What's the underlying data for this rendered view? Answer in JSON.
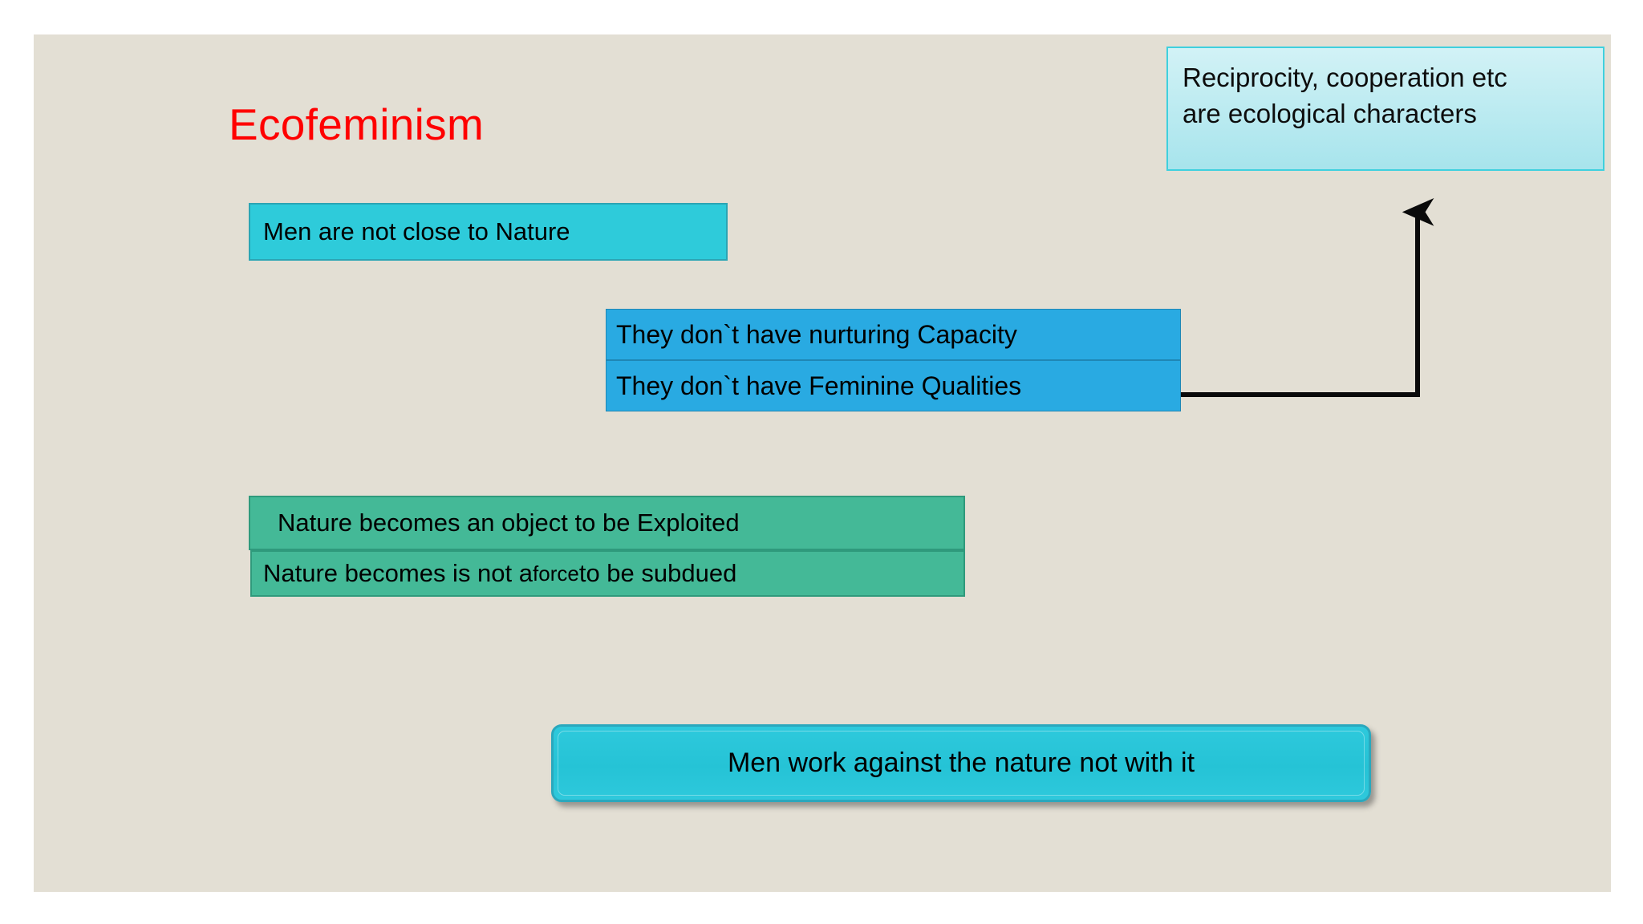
{
  "slide": {
    "background_color": "#e3dfd4",
    "title": "Ecofeminism",
    "title_color": "#ff0000"
  },
  "boxes": {
    "men_nature": {
      "text": "Men are not close to Nature",
      "fill_color": "#2ecbda",
      "border_color": "#2ba5b4"
    },
    "reciprocity": {
      "line1": "Reciprocity, cooperation etc",
      "line2": "are ecological characters",
      "fill_color": "#a7e4ec",
      "border_color": "#3fd0de"
    },
    "blue_group": {
      "fill_color": "#29aae2",
      "border_color": "#1f87b5",
      "rows": [
        {
          "text": "They don`t have nurturing Capacity"
        },
        {
          "text": "They don`t have Feminine Qualities"
        }
      ]
    },
    "green_group": {
      "fill_color": "#44b997",
      "border_color": "#2f9a7c",
      "rows": [
        {
          "text": "Nature becomes an object to be Exploited"
        }
      ],
      "row2_part1": "Nature becomes is not a ",
      "row2_emphasis": "force",
      "row2_part2": " to be subdued"
    },
    "men_work": {
      "text": "Men work against the nature not with it",
      "fill_color": "#2ec9dc",
      "border_color": "#2aa8bd"
    }
  },
  "connector": {
    "name": "elbow-arrow",
    "color": "#0a0a0a",
    "from": "blue_group-right-edge",
    "to": "reciprocity-bottom-edge"
  }
}
